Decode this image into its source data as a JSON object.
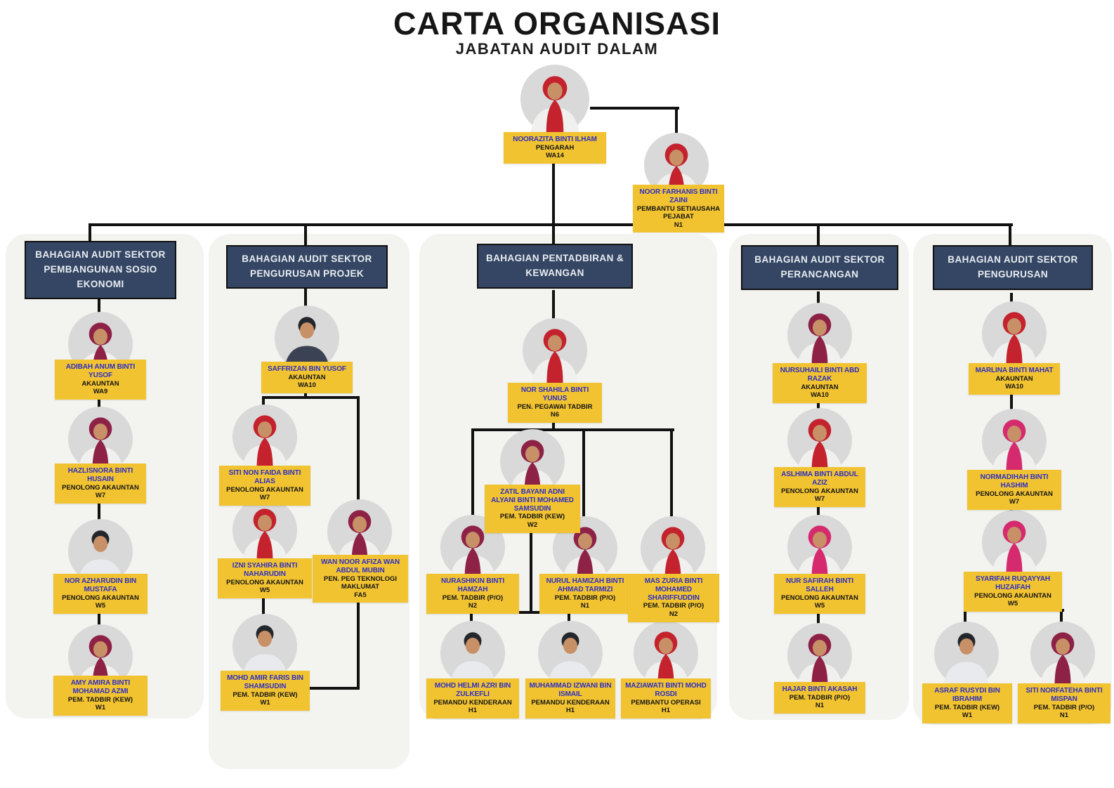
{
  "title": "CARTA ORGANISASI",
  "subtitle": "JABATAN AUDIT DALAM",
  "colors": {
    "accent_yellow": "#F2C331",
    "header_navy": "#344663",
    "name_blue": "#2B2FC5",
    "line_black": "#111111",
    "photo_circle_gray": "#D9D9D9",
    "panel_gray": "#F3F3F0"
  },
  "director": {
    "name": "NOORAZITA BINTI ILHAM",
    "role": "PENGARAH",
    "grade": "WA14",
    "photo": "hijab-red"
  },
  "secretary": {
    "name": "NOOR FARHANIS BINTI ZAINI",
    "role": "PEMBANTU SETIAUSAHA PEJABAT",
    "grade": "N1",
    "photo": "hijab-red"
  },
  "divisions": [
    {
      "title": "BAHAGIAN AUDIT SEKTOR PEMBANGUNAN SOSIO EKONOMI",
      "members": [
        {
          "name": "ADIBAH ANUM BINTI YUSOF",
          "role": "AKAUNTAN",
          "grade": "WA9",
          "photo": "hijab-maroon"
        },
        {
          "name": "HAZLISNORA BINTI HUSAIN",
          "role": "PENOLONG AKAUNTAN",
          "grade": "W7",
          "photo": "hijab-maroon"
        },
        {
          "name": "NOR AZHARUDIN BIN MUSTAFA",
          "role": "PENOLONG AKAUNTAN",
          "grade": "W5",
          "photo": "man-shirt"
        },
        {
          "name": "AMY AMIRA BINTI MOHAMAD AZMI",
          "role": "PEM. TADBIR (KEW)",
          "grade": "W1",
          "photo": "hijab-maroon"
        }
      ]
    },
    {
      "title": "BAHAGIAN AUDIT SEKTOR PENGURUSAN PROJEK",
      "members": [
        {
          "name": "SAFFRIZAN BIN YUSOF",
          "role": "AKAUNTAN",
          "grade": "WA10",
          "photo": "man-suit"
        },
        {
          "name": "SITI NON FAIDA BINTI ALIAS",
          "role": "PENOLONG AKAUNTAN",
          "grade": "W7",
          "photo": "hijab-red"
        },
        {
          "name": "IZNI SYAHIRA BINTI NAHARUDIN",
          "role": "PENOLONG AKAUNTAN",
          "grade": "W5",
          "photo": "hijab-red"
        },
        {
          "name": "WAN NOOR AFIZA WAN ABDUL MUBIN",
          "role": "PEN. PEG TEKNOLOGI MAKLUMAT",
          "grade": "FA5",
          "photo": "hijab-maroon"
        },
        {
          "name": "MOHD AMIR FARIS BIN SHAMSUDIN",
          "role": "PEM. TADBIR (KEW)",
          "grade": "W1",
          "photo": "man-shirt"
        }
      ]
    },
    {
      "title": "BAHAGIAN PENTADBIRAN & KEWANGAN",
      "members": [
        {
          "name": "NOR SHAHILA BINTI YUNUS",
          "role": "PEN. PEGAWAI TADBIR",
          "grade": "N6",
          "photo": "hijab-red"
        },
        {
          "name": "ZATIL BAYANI ADNI ALYANI BINTI MOHAMED SAMSUDIN",
          "role": "PEM. TADBIR (KEW)",
          "grade": "W2",
          "photo": "hijab-maroon"
        },
        {
          "name": "NURASHIKIN BINTI HAMZAH",
          "role": "PEM. TADBIR (P/O)",
          "grade": "N2",
          "photo": "hijab-maroon"
        },
        {
          "name": "NURUL HAMIZAH BINTI AHMAD TARMIZI",
          "role": "PEM. TADBIR (P/O)",
          "grade": "N1",
          "photo": "hijab-maroon"
        },
        {
          "name": "MAS ZURIA BINTI MOHAMED SHARIFFUDDIN",
          "role": "PEM. TADBIR (P/O)",
          "grade": "N2",
          "photo": "hijab-red"
        },
        {
          "name": "MOHD HELMI AZRI BIN ZULKEFLI",
          "role": "PEMANDU KENDERAAN",
          "grade": "H1",
          "photo": "man-shirt"
        },
        {
          "name": "MUHAMMAD IZWANI BIN ISMAIL",
          "role": "PEMANDU KENDERAAN",
          "grade": "H1",
          "photo": "man-shirt"
        },
        {
          "name": "MAZIAWATI BINTI MOHD ROSDI",
          "role": "PEMBANTU OPERASI",
          "grade": "H1",
          "photo": "hijab-red"
        }
      ]
    },
    {
      "title": "BAHAGIAN AUDIT SEKTOR PERANCANGAN",
      "members": [
        {
          "name": "NURSUHAILI BINTI ABD RAZAK",
          "role": "AKAUNTAN",
          "grade": "WA10",
          "photo": "hijab-maroon"
        },
        {
          "name": "ASLHIMA BINTI ABDUL AZIZ",
          "role": "PENOLONG AKAUNTAN",
          "grade": "W7",
          "photo": "hijab-red"
        },
        {
          "name": "NUR SAFIRAH BINTI SALLEH",
          "role": "PENOLONG AKAUNTAN",
          "grade": "W5",
          "photo": "hijab-pink"
        },
        {
          "name": "HAJAR BINTI AKASAH",
          "role": "PEM. TADBIR (P/O)",
          "grade": "N1",
          "photo": "hijab-maroon"
        }
      ]
    },
    {
      "title": "BAHAGIAN AUDIT SEKTOR PENGURUSAN",
      "members": [
        {
          "name": "MARLINA BINTI MAHAT",
          "role": "AKAUNTAN",
          "grade": "WA10",
          "photo": "hijab-red"
        },
        {
          "name": "NORMADIHAH BINTI HASHIM",
          "role": "PENOLONG AKAUNTAN",
          "grade": "W7",
          "photo": "hijab-pink"
        },
        {
          "name": "SYARIFAH RUQAYYAH HUZAIFAH",
          "role": "PENOLONG AKAUNTAN",
          "grade": "W5",
          "photo": "hijab-pink"
        },
        {
          "name": "ASRAF RUSYDI BIN IBRAHIM",
          "role": "PEM. TADBIR (KEW)",
          "grade": "W1",
          "photo": "man-shirt"
        },
        {
          "name": "SITI NORFATEHA BINTI MISPAN",
          "role": "PEM. TADBIR (P/O)",
          "grade": "N1",
          "photo": "hijab-maroon"
        }
      ]
    }
  ]
}
